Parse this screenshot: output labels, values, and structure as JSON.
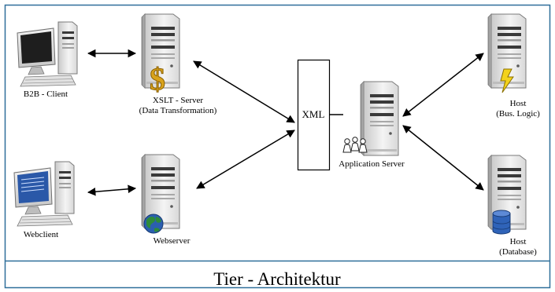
{
  "nodes": {
    "b2b_client": {
      "label": "B2B - Client"
    },
    "xslt_server": {
      "label_line1": "XSLT - Server",
      "label_line2": "(Data Transformation)"
    },
    "webclient": {
      "label": "Webclient"
    },
    "webserver": {
      "label": "Webserver"
    },
    "xml_bus": {
      "label": "XML"
    },
    "application_server": {
      "label": "Application Server"
    },
    "host_logic": {
      "label_line1": "Host",
      "label_line2": "(Bus. Logic)"
    },
    "host_database": {
      "label_line1": "Host",
      "label_line2": "(Database)"
    }
  },
  "caption": "Tier - Architektur",
  "colors": {
    "frame_border": "#2f6f9a",
    "line": "#000000",
    "dollar": "#d9a31c",
    "lightning": "#f3d21c",
    "globe_green": "#2e8b3a",
    "globe_blue": "#2b5fb0",
    "db_blue": "#2f63b8",
    "screen_dark": "#1e1e1e",
    "screen_blue": "#2a58a8"
  },
  "icons": {
    "b2b_client": "desktop-computer-icon",
    "xslt_server": "server-tower-icon",
    "xslt_badge": "dollar-sign-icon",
    "webclient": "desktop-computer-icon",
    "webserver": "server-tower-icon",
    "webserver_badge": "globe-icon",
    "application_server": "server-tower-icon",
    "application_badge": "people-group-icon",
    "host_logic": "server-tower-icon",
    "host_logic_badge": "lightning-icon",
    "host_database": "server-tower-icon",
    "host_database_badge": "database-cylinder-icon"
  }
}
